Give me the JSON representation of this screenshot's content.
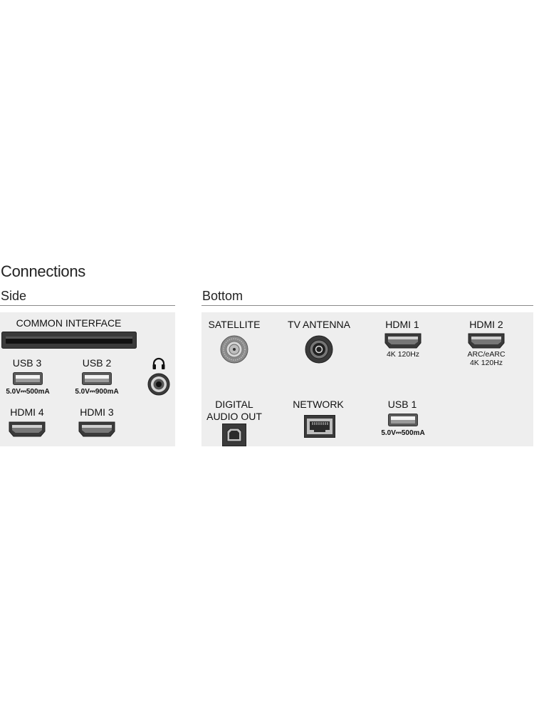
{
  "title": "Connections",
  "sections": {
    "side": "Side",
    "bottom": "Bottom"
  },
  "side": {
    "common_interface": "COMMON INTERFACE",
    "usb3": {
      "label": "USB 3",
      "spec": "5.0V⎓500mA"
    },
    "usb2": {
      "label": "USB 2",
      "spec": "5.0V⎓900mA"
    },
    "headphone_icon": "headphones-icon",
    "hdmi4": "HDMI 4",
    "hdmi3": "HDMI 3"
  },
  "bottom": {
    "satellite": "SATELLITE",
    "tv_antenna": "TV ANTENNA",
    "hdmi1": {
      "label": "HDMI 1",
      "spec": "4K 120Hz"
    },
    "hdmi2": {
      "label": "HDMI 2",
      "spec_line1": "ARC/eARC",
      "spec_line2": "4K 120Hz"
    },
    "digital_audio_line1": "DIGITAL",
    "digital_audio_line2": "AUDIO OUT",
    "network": "NETWORK",
    "usb1": {
      "label": "USB 1",
      "spec": "5.0V⎓500mA"
    }
  },
  "colors": {
    "port_dark": "#2a2a2a",
    "port_mid": "#7a7a7a",
    "port_light": "#d9d9d9",
    "panel_shade": "#eeeeee"
  }
}
